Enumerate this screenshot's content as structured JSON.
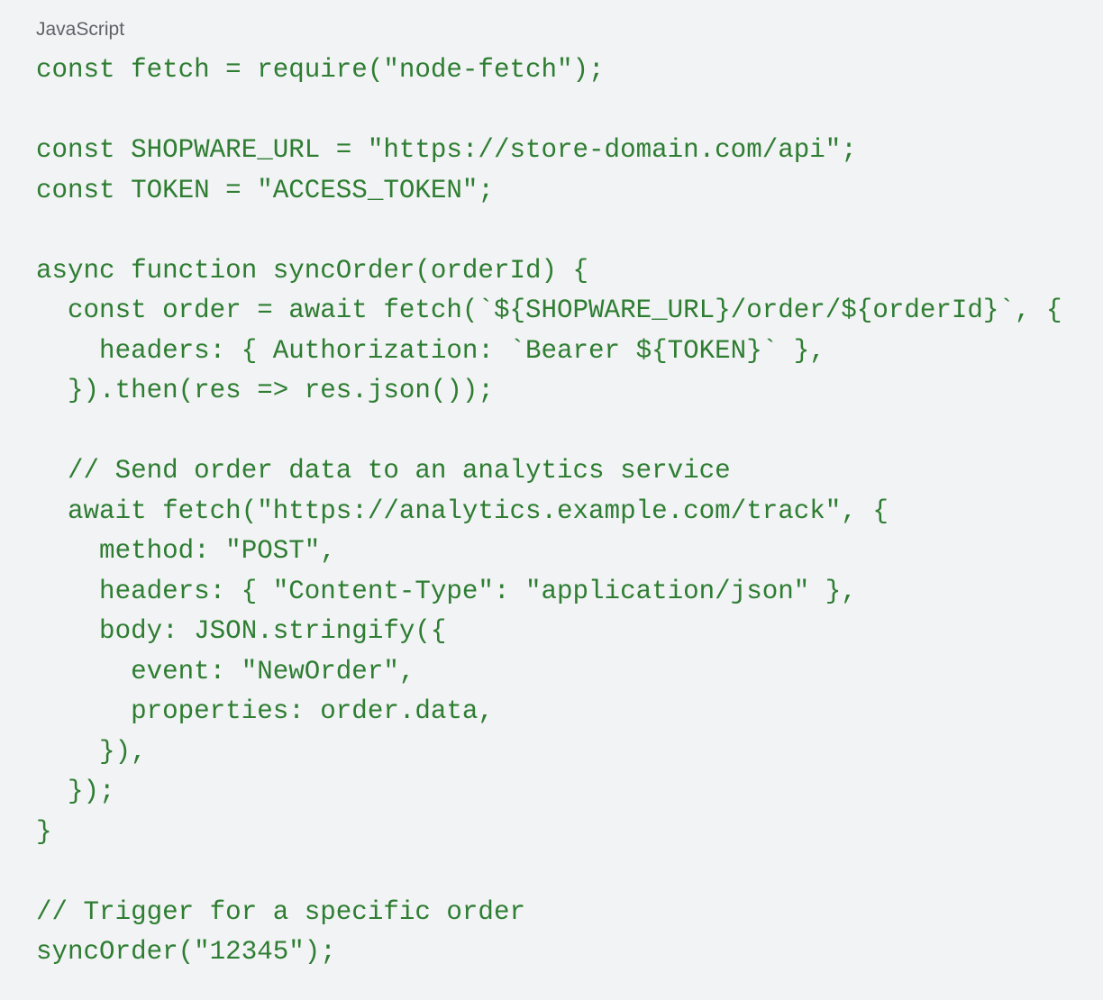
{
  "code_block": {
    "language": "JavaScript",
    "lines": [
      "const fetch = require(\"node-fetch\");",
      "",
      "const SHOPWARE_URL = \"https://store-domain.com/api\";",
      "const TOKEN = \"ACCESS_TOKEN\";",
      "",
      "async function syncOrder(orderId) {",
      "  const order = await fetch(`${SHOPWARE_URL}/order/${orderId}`, {",
      "    headers: { Authorization: `Bearer ${TOKEN}` },",
      "  }).then(res => res.json());",
      "",
      "  // Send order data to an analytics service",
      "  await fetch(\"https://analytics.example.com/track\", {",
      "    method: \"POST\",",
      "    headers: { \"Content-Type\": \"application/json\" },",
      "    body: JSON.stringify({",
      "      event: \"NewOrder\",",
      "      properties: order.data,",
      "    }),",
      "  });",
      "}",
      "",
      "// Trigger for a specific order",
      "syncOrder(\"12345\");"
    ]
  },
  "colors": {
    "background": "#f1f3f4",
    "code_text": "#2e7d32",
    "label_text": "#5f6368"
  }
}
